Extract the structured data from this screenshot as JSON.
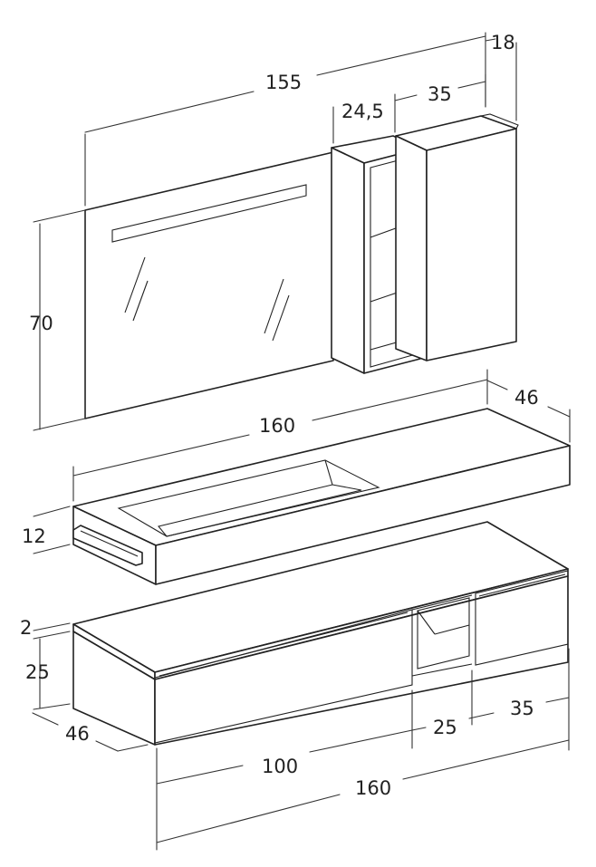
{
  "dimensions": {
    "mirror_cabinet_total_width": "155",
    "mirror_cabinet_depth": "18",
    "open_shelf_width": "24,5",
    "wall_cabinet_width": "35",
    "mirror_height": "70",
    "washbasin_width": "160",
    "washbasin_depth": "46",
    "washbasin_thickness": "12",
    "base_top_thickness": "2",
    "base_unit_height": "25",
    "base_unit_depth": "46",
    "drawer_large_width": "100",
    "open_compartment_width": "25",
    "drawer_small_width": "35",
    "base_unit_total_width": "160"
  }
}
